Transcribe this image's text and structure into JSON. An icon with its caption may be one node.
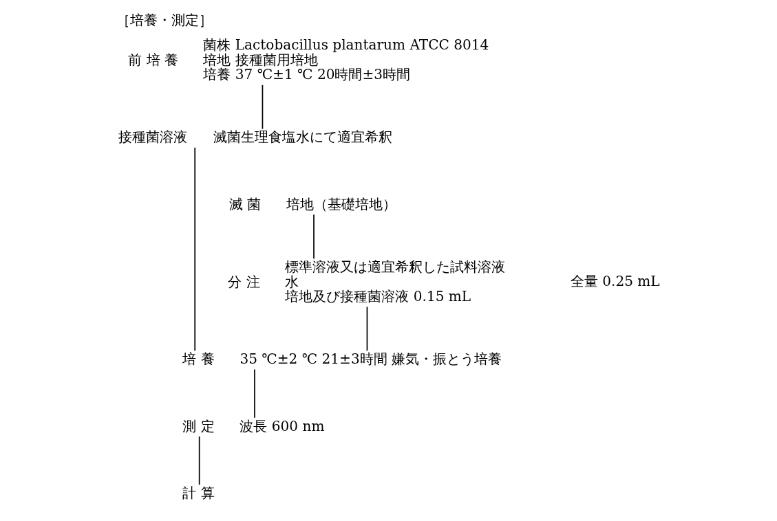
{
  "diagram": {
    "title": "［培養・測定］",
    "nodes": [
      {
        "text": [
          "前 培 養"
        ],
        "beside": [
          "菌株 Lactobacillus plantarum ATCC 8014",
          "培地 接種菌用培地",
          "培養 37 ℃±1 ℃ 20時間±3時間"
        ]
      },
      {
        "text": [
          "接種菌溶液"
        ],
        "beside": [
          "滅菌生理食塩水にて適宜希釈"
        ]
      },
      {
        "text": [
          "滅 菌"
        ],
        "beside": [
          "培地（基礎培地）"
        ]
      },
      {
        "text": [
          "分 注"
        ],
        "beside": [
          "標準溶液又は適宜希釈した試料溶液",
          "水",
          "培地及び接種菌溶液 0.15 mL"
        ]
      },
      {
        "text": [
          "培 養"
        ],
        "beside": [
          "35 ℃±2 ℃ 21±3時間 嫌気・振とう培養"
        ]
      },
      {
        "text": [
          "測 定"
        ],
        "beside": [
          "波長 600 nm"
        ]
      },
      {
        "text": [
          "計 算"
        ]
      }
    ],
    "edges": [
      {
        "from": 0,
        "to": 1,
        "arrow": "none"
      },
      {
        "from": 2,
        "to": 3,
        "arrow": "none"
      },
      {
        "from": 1,
        "to": 4,
        "arrow": "none"
      },
      {
        "from": 3,
        "to": 4,
        "arrow": "none"
      },
      {
        "from": 4,
        "to": 5,
        "arrow": "none"
      },
      {
        "from": 5,
        "to": 6,
        "arrow": "none"
      }
    ],
    "labels": [
      "全量 0.25 mL"
    ]
  }
}
